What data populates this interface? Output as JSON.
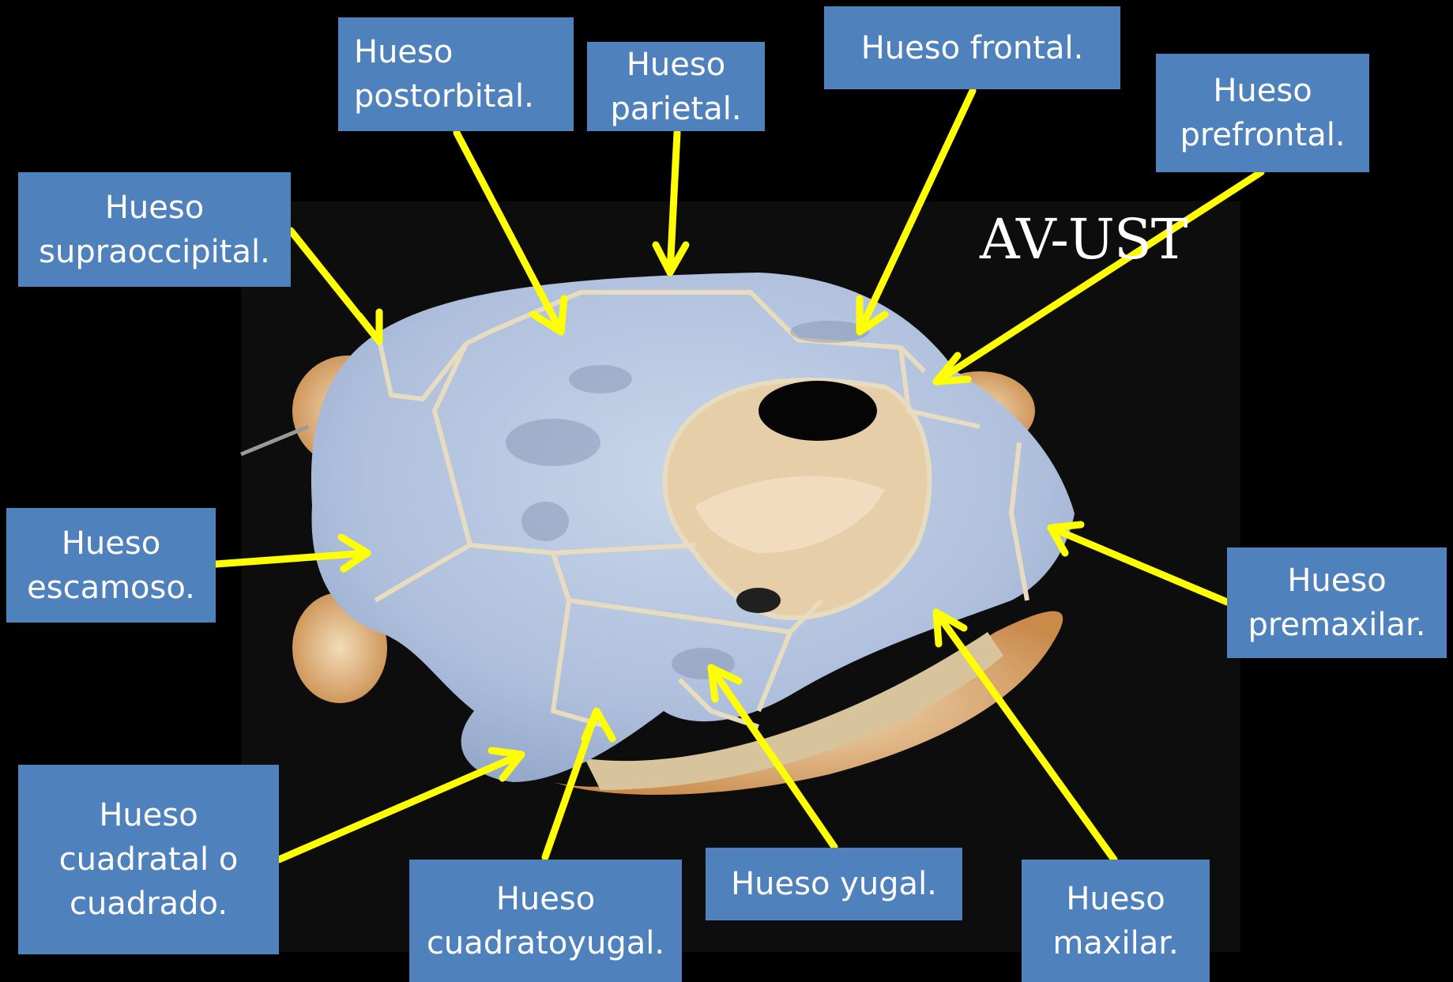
{
  "watermark": "AV-UST",
  "labels": {
    "postorbital": "Hueso\npostorbital.",
    "parietal": "Hueso\nparietal.",
    "frontal": "Hueso frontal.",
    "prefrontal": "Hueso\nprefrontal.",
    "supraoccipital": "Hueso\nsupraoccipital.",
    "escamoso": "Hueso\nescamoso.",
    "premaxilar": "Hueso\npremaxilar.",
    "cuadratal": "Hueso\ncuadratal o\ncuadrado.",
    "cuadratoyugal": "Hueso\ncuadratoyugal.",
    "yugal": "Hueso yugal.",
    "maxilar": "Hueso\nmaxilar."
  },
  "colors": {
    "background": "#000000",
    "label_fill": "#4f81bd",
    "label_text": "#ffffff",
    "arrow": "#ffff00",
    "skull_plate": "#b8c8e2",
    "suture": "#e8dcc0",
    "bone": "#d9a870"
  }
}
